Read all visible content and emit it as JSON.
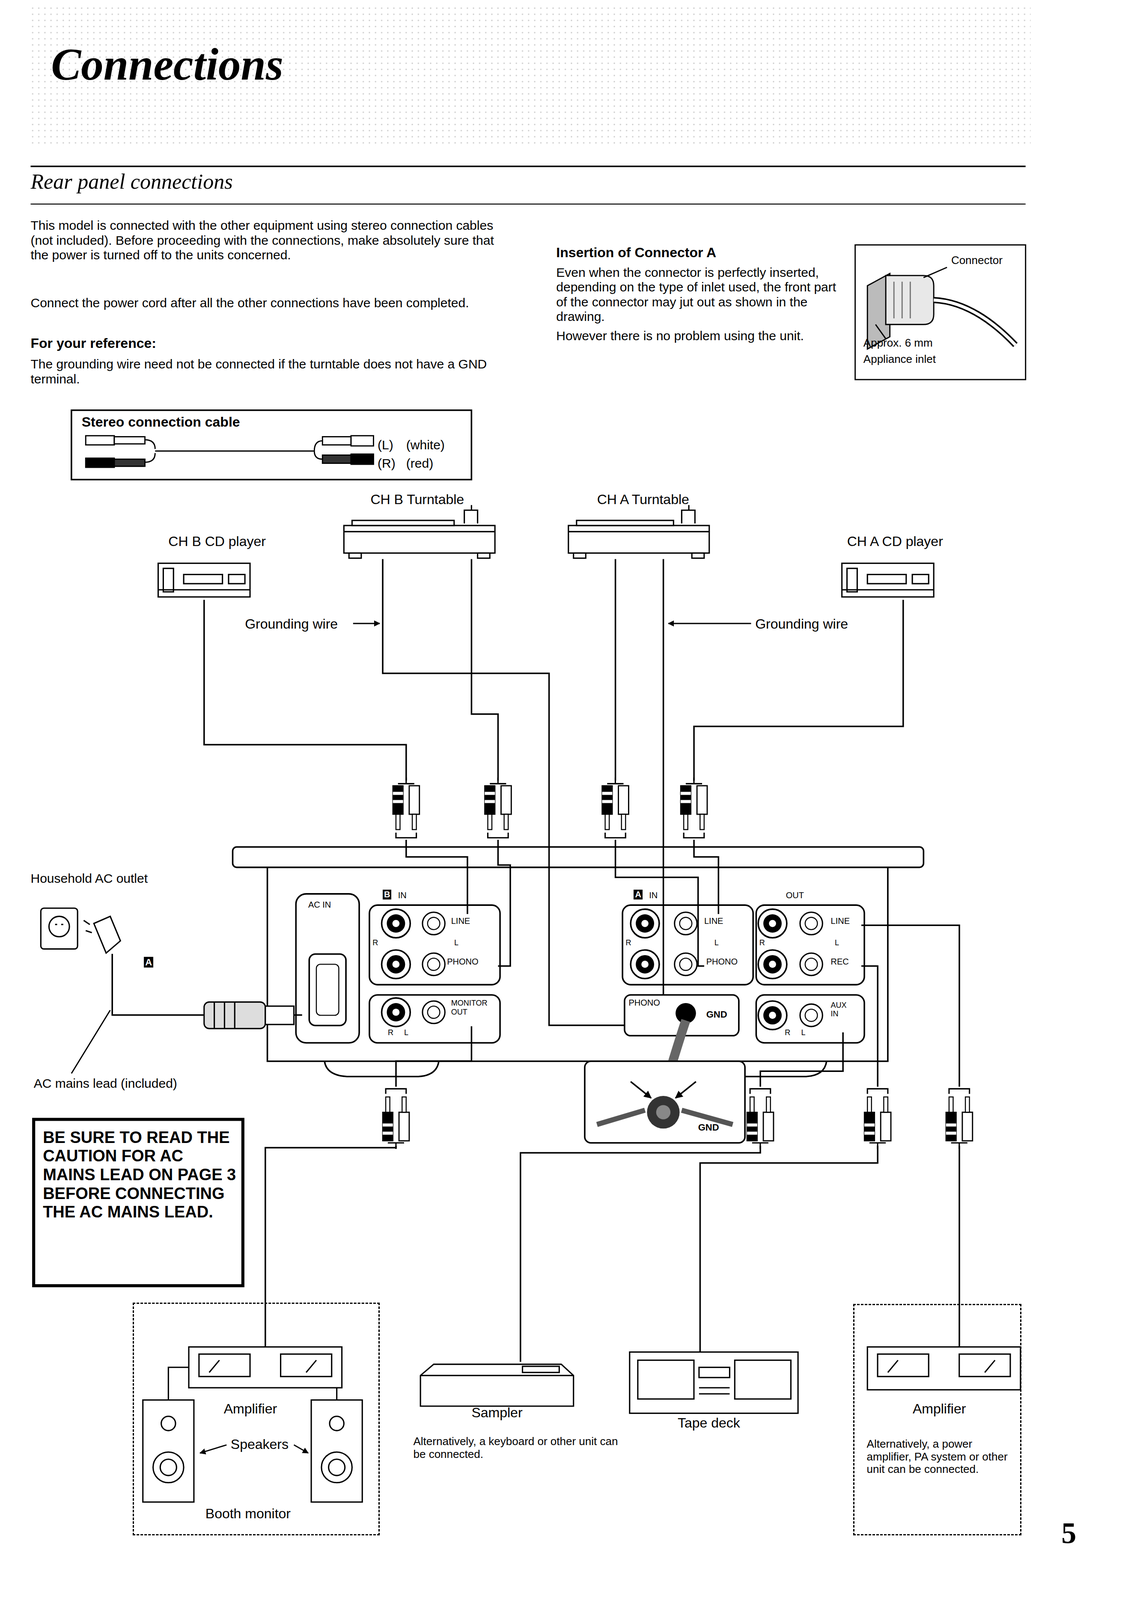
{
  "diagram": {
    "title": "Connections",
    "nodes": [
      {
        "text": [
          "CH B CD player"
        ]
      },
      {
        "text": [
          "CH B Turntable"
        ]
      },
      {
        "text": [
          "CH A Turntable"
        ]
      },
      {
        "text": [
          "CH A CD player"
        ]
      },
      {
        "text": [
          "LINE"
        ]
      },
      {
        "text": [
          "PHONO"
        ]
      },
      {
        "text": [
          "MONITOR OUT"
        ]
      },
      {
        "text": [
          "AC IN"
        ]
      },
      {
        "text": [
          "LINE"
        ]
      },
      {
        "text": [
          "PHONO"
        ]
      },
      {
        "text": [
          "PHONO",
          "GND"
        ]
      },
      {
        "text": [
          "LINE"
        ]
      },
      {
        "text": [
          "REC"
        ]
      },
      {
        "text": [
          "AUX IN"
        ]
      },
      {
        "text": [
          "Booth monitor"
        ]
      },
      {
        "text": [
          "Amplifier"
        ],
        "in": 14
      },
      {
        "text": [
          "Sampler",
          "Alternatively, a keyboard or other unit can be connected."
        ]
      },
      {
        "text": [
          "Tape deck"
        ]
      },
      {
        "text": [
          "Alternatively, a power amplifier, PA system or other unit can be connected."
        ]
      },
      {
        "text": [
          "Amplifier"
        ],
        "in": 18
      },
      {
        "text": [
          "Household AC outlet"
        ]
      }
    ],
    "edges": [
      {
        "from": 0,
        "to": 4,
        "arrow": "none"
      },
      {
        "from": 1,
        "to": 5,
        "arrow": "none"
      },
      {
        "from": 1,
        "to": 10,
        "arrow": "none"
      },
      {
        "from": 2,
        "to": 9,
        "arrow": "none"
      },
      {
        "from": 2,
        "to": 10,
        "arrow": "none"
      },
      {
        "from": 3,
        "to": 8,
        "arrow": "none"
      },
      {
        "from": 6,
        "to": 15,
        "arrow": "none"
      },
      {
        "from": 13,
        "to": 16,
        "arrow": "none"
      },
      {
        "from": 12,
        "to": 17,
        "arrow": "none"
      },
      {
        "from": 11,
        "to": 19,
        "arrow": "none"
      },
      {
        "from": 20,
        "to": 7,
        "arrow": "none"
      }
    ],
    "labels": [
      "Rear panel connections",
      "This model is connected with the other equipment using stereo connection cables (not included). Before proceeding with the connections, make absolutely sure that the power is turned off to the units concerned.",
      "Connect the power cord after all the other connections have been completed.",
      "For your reference:",
      "The grounding wire need not be connected if the turntable does not have a GND terminal.",
      "Insertion of Connector A",
      "Even when the connector is perfectly inserted, depending on the type of inlet used, the front part of the connector may jut out as shown in the drawing.",
      "However there is no problem using the unit.",
      "Connector",
      "Approx. 6 mm",
      "Appliance inlet",
      "Stereo connection cable",
      "(L)",
      "(white)",
      "(R)",
      "(red)",
      "Grounding wire",
      "Grounding wire",
      "B",
      "IN",
      "A",
      "IN",
      "OUT",
      "R",
      "L",
      "R",
      "L",
      "R",
      "L",
      "R",
      "L",
      "R",
      "L",
      "GND",
      "A",
      "AC mains lead (included)",
      "BE SURE TO READ THE CAUTION FOR AC MAINS LEAD ON PAGE 3 BEFORE CONNECTING THE AC MAINS LEAD.",
      "Speakers",
      "5"
    ]
  }
}
